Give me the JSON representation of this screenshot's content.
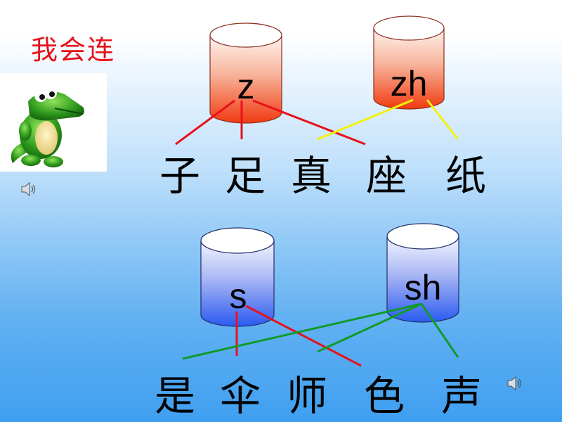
{
  "title": "我会连",
  "groups": [
    {
      "initials": [
        "z",
        "zh"
      ],
      "characters": [
        "子",
        "足",
        "真",
        "座",
        "纸"
      ]
    },
    {
      "initials": [
        "s",
        "sh"
      ],
      "characters": [
        "是",
        "伞",
        "师",
        "色",
        "声"
      ]
    }
  ],
  "colors": {
    "title": "#e8121a",
    "cylinder_warm": "#f04a1a",
    "cylinder_cool": "#2a6cf0",
    "line_red": "#e8121a",
    "line_yellow": "#f2f20a",
    "line_green": "#109a2a"
  },
  "icons": [
    "alligator-mascot-icon",
    "speaker-icon"
  ]
}
